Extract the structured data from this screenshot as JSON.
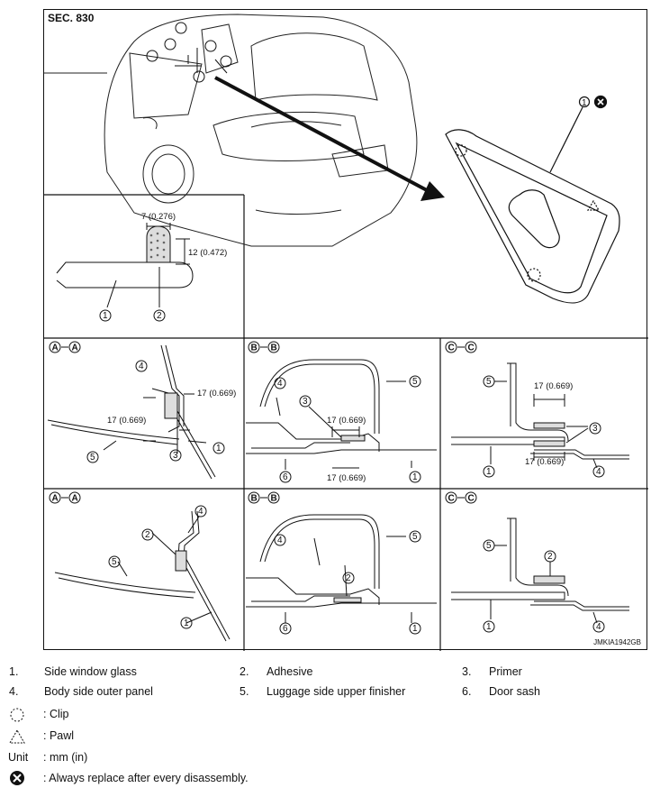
{
  "figure": {
    "section": "SEC. 830",
    "code": "JMKIA1942GB",
    "dims": {
      "width": "7 (0.276)",
      "height": "12 (0.472)",
      "gap": "17 (0.669)"
    },
    "views": {
      "aa": "A",
      "bb": "B",
      "cc": "C"
    },
    "callouts": [
      "1",
      "2",
      "3",
      "4",
      "5",
      "6"
    ]
  },
  "legend": {
    "parts": [
      {
        "num": "1.",
        "name": "Side window glass"
      },
      {
        "num": "2.",
        "name": "Adhesive"
      },
      {
        "num": "3.",
        "name": "Primer"
      },
      {
        "num": "4.",
        "name": "Body side outer panel"
      },
      {
        "num": "5.",
        "name": "Luggage side upper finisher"
      },
      {
        "num": "6.",
        "name": "Door sash"
      }
    ],
    "symbols": [
      {
        "sym": "",
        "text": ": Clip"
      },
      {
        "sym": "",
        "text": ": Pawl"
      },
      {
        "sym": "Unit",
        "text": ": mm (in)"
      },
      {
        "sym": "",
        "text": ": Always replace after every disassembly."
      }
    ]
  }
}
